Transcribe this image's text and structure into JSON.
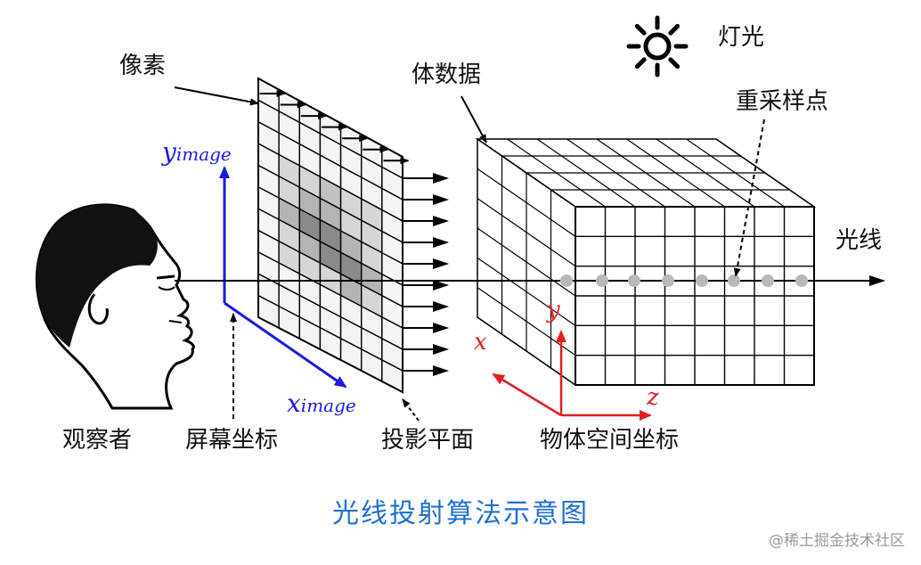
{
  "labels": {
    "pixel": "像素",
    "volume_data": "体数据",
    "light": "灯光",
    "resample_points": "重采样点",
    "ray": "光线",
    "observer": "观察者",
    "screen_coords": "屏幕坐标",
    "projection_plane": "投影平面",
    "object_coords": "物体空间坐标"
  },
  "axes": {
    "y_image": {
      "base": "y",
      "sub": "image"
    },
    "x_image": {
      "base": "x",
      "sub": "image"
    },
    "obj_x": "x",
    "obj_y": "y",
    "obj_z": "z"
  },
  "caption": "光线投射算法示意图",
  "watermark": "@稀土掘金技术社区",
  "colors": {
    "screen_axes": "#1a1adf",
    "object_axes": "#e02020",
    "caption": "#1f6fd6",
    "sample_point": "#b8b8b8"
  },
  "icons": {
    "light": "sun-icon",
    "observer": "human-head-profile"
  }
}
